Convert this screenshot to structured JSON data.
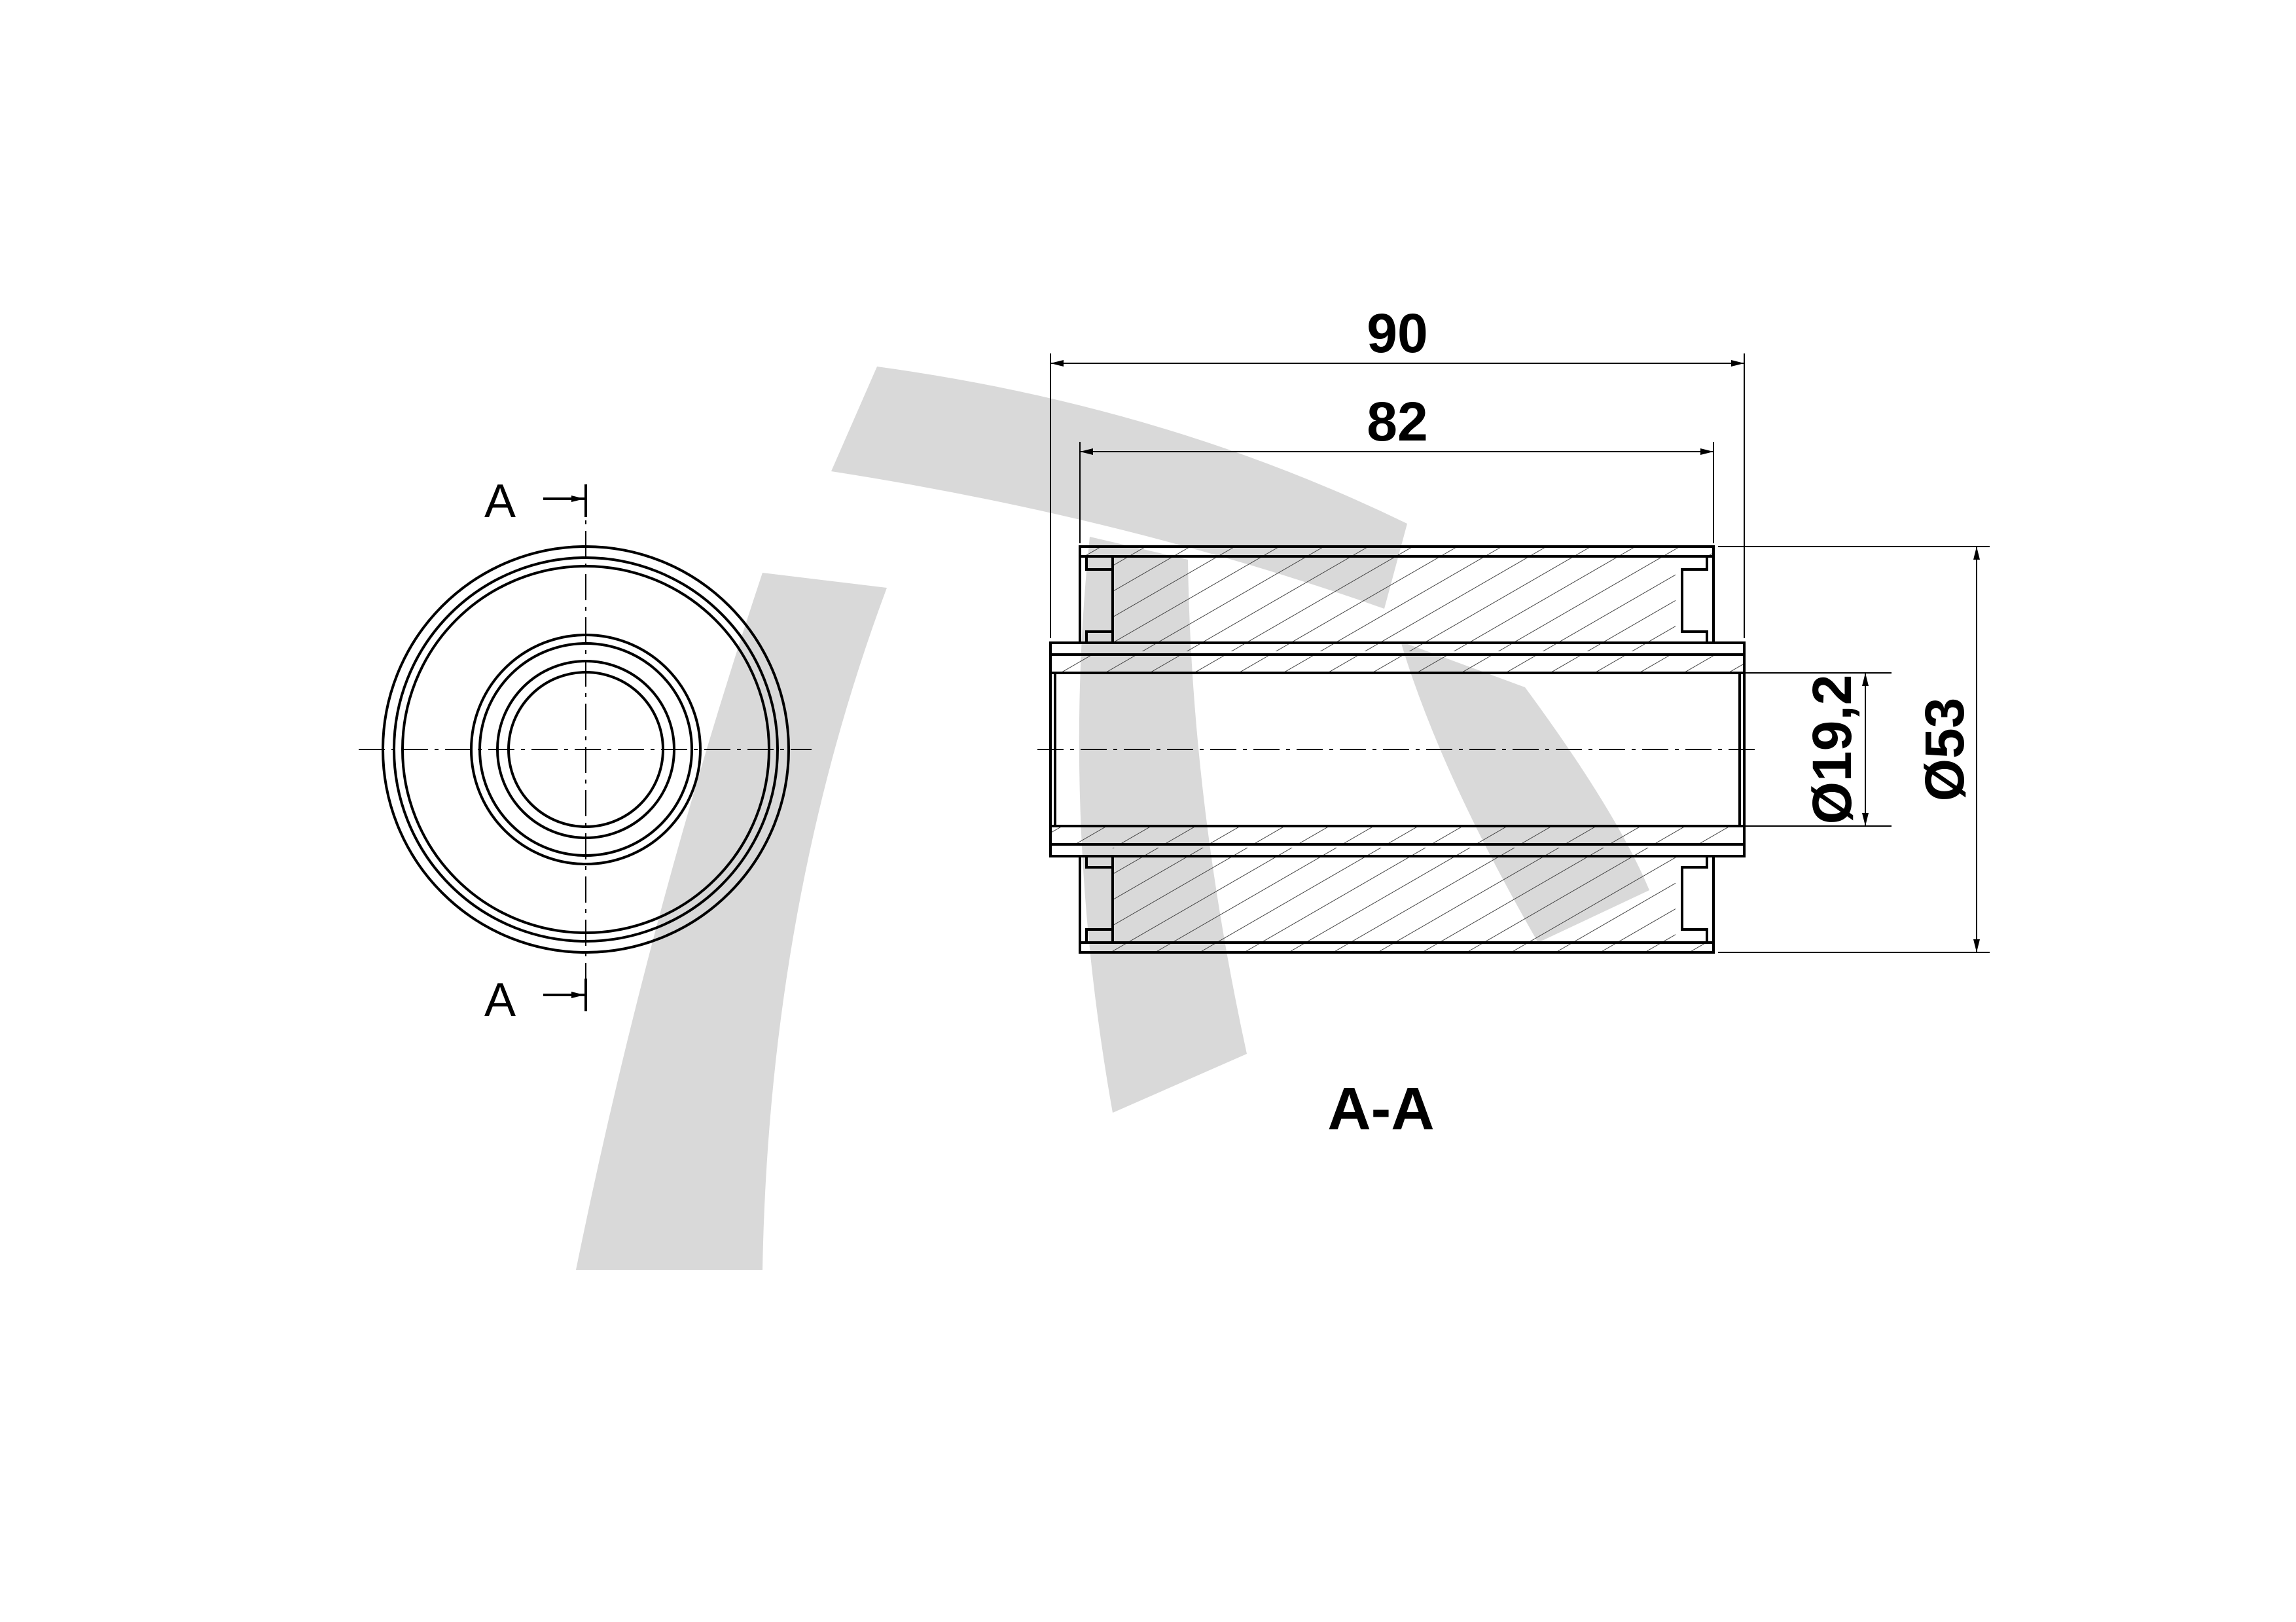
{
  "drawing": {
    "section_label": "A-A",
    "cut_marker_top": "A",
    "cut_marker_bottom": "A",
    "dimensions": {
      "overall_length": "90",
      "inner_length": "82",
      "bore_diameter": "Ø19,2",
      "outer_diameter": "Ø53"
    },
    "colors": {
      "line": "#000000",
      "watermark": "#d9d9d9",
      "background": "#ffffff"
    }
  }
}
